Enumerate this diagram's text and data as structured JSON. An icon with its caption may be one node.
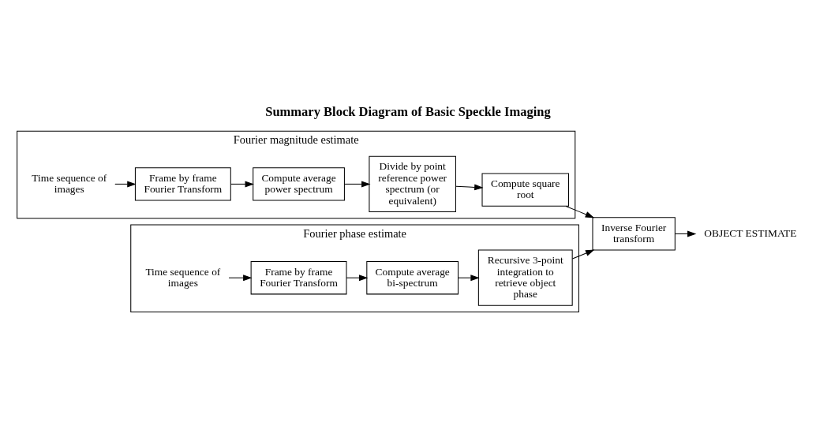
{
  "diagram": {
    "title": "Summary Block Diagram of Basic Speckle Imaging",
    "nodes": [
      {
        "text": [
          "Fourier magnitude estimate"
        ]
      },
      {
        "text": [
          "Time sequence of images"
        ],
        "in": 0
      },
      {
        "text": [
          "Frame by frame Fourier Transform"
        ],
        "in": 0
      },
      {
        "text": [
          "Compute average power spectrum"
        ],
        "in": 0
      },
      {
        "text": [
          "Divide by point reference power spectrum (or equivalent)"
        ],
        "in": 0
      },
      {
        "text": [
          "Compute square root"
        ],
        "in": 0
      },
      {
        "text": [
          "Fourier phase estimate"
        ]
      },
      {
        "text": [
          "Time sequence of images"
        ],
        "in": 6
      },
      {
        "text": [
          "Frame by frame Fourier Transform"
        ],
        "in": 6
      },
      {
        "text": [
          "Compute average bi-spectrum"
        ],
        "in": 6
      },
      {
        "text": [
          "Recursive 3-point integration to retrieve object phase"
        ],
        "in": 6
      },
      {
        "text": [
          "Inverse Fourier transform"
        ]
      },
      {
        "text": [
          "OBJECT ESTIMATE"
        ]
      }
    ],
    "edges": [
      {
        "from": 1,
        "to": 2,
        "arrow": "to"
      },
      {
        "from": 2,
        "to": 3,
        "arrow": "to"
      },
      {
        "from": 3,
        "to": 4,
        "arrow": "to"
      },
      {
        "from": 4,
        "to": 5,
        "arrow": "to"
      },
      {
        "from": 5,
        "to": 11,
        "arrow": "to"
      },
      {
        "from": 7,
        "to": 8,
        "arrow": "to"
      },
      {
        "from": 8,
        "to": 9,
        "arrow": "to"
      },
      {
        "from": 9,
        "to": 10,
        "arrow": "to"
      },
      {
        "from": 10,
        "to": 11,
        "arrow": "to"
      },
      {
        "from": 11,
        "to": 12,
        "arrow": "to"
      }
    ]
  }
}
